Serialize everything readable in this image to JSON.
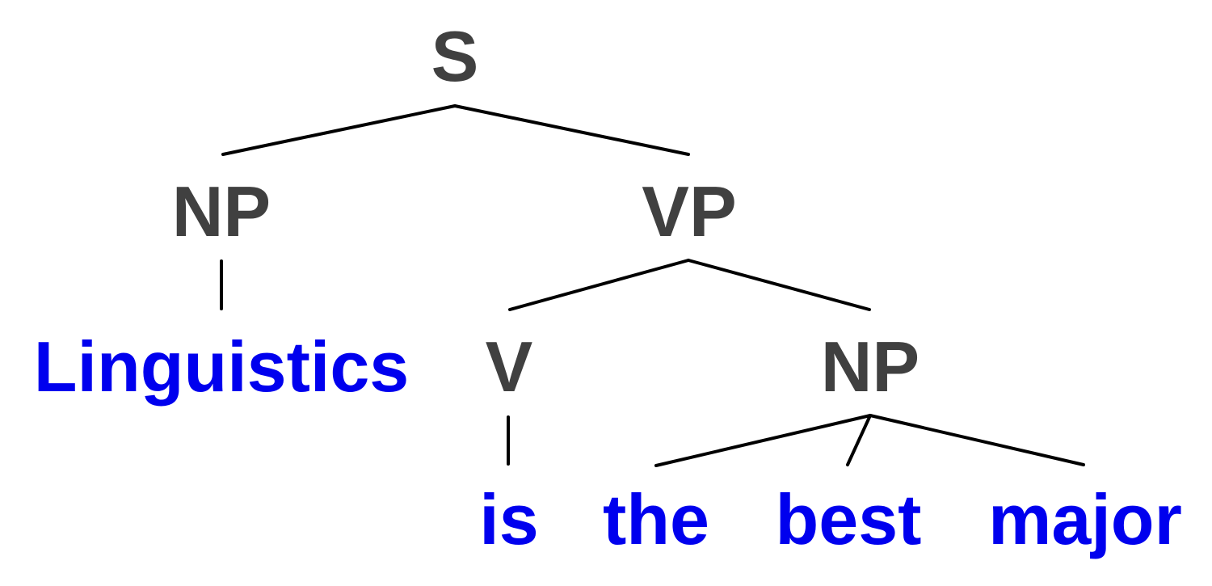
{
  "colors": {
    "category": "#404040",
    "word": "#0000ee",
    "edge": "#000000"
  },
  "tree": {
    "s": "S",
    "np_subject": "NP",
    "vp": "VP",
    "word_linguistics": "Linguistics",
    "v": "V",
    "np_object": "NP",
    "word_is": "is",
    "word_the": "the",
    "word_best": "best",
    "word_major": "major"
  }
}
